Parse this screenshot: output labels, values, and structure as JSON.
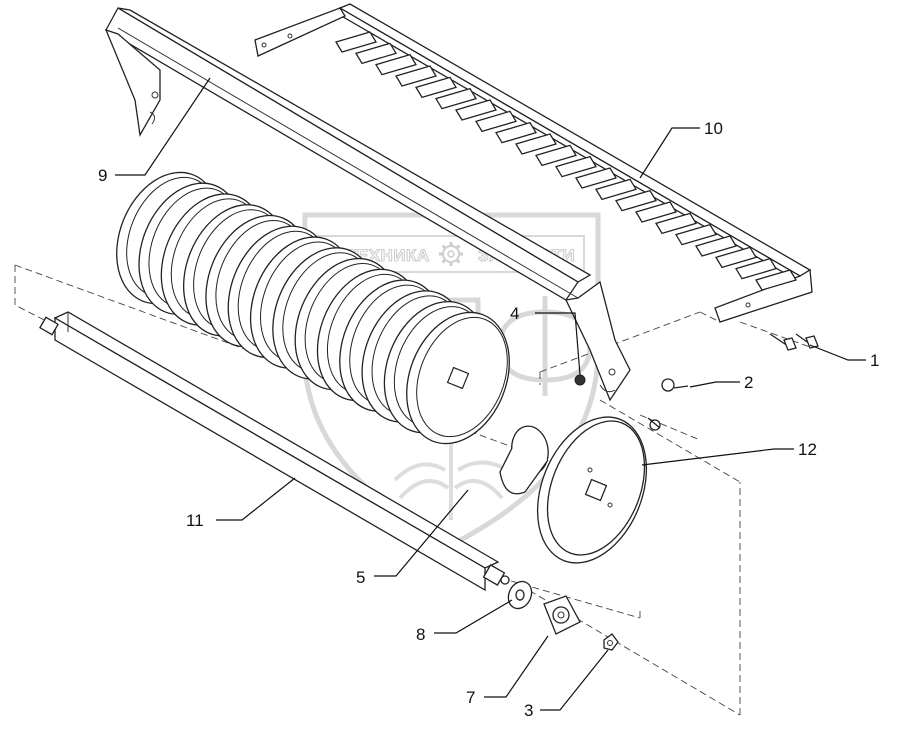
{
  "watermark": {
    "left_text": "ТЕХНИКА",
    "right_text": "ЗАПЧАСТИ",
    "gear_icon": "gear-icon",
    "letters": "СПФ",
    "color": "#c9c9c9"
  },
  "parts": [
    {
      "id": "p1",
      "label": "1"
    },
    {
      "id": "p2",
      "label": "2"
    },
    {
      "id": "p3",
      "label": "3"
    },
    {
      "id": "p4",
      "label": "4"
    },
    {
      "id": "p5",
      "label": "5"
    },
    {
      "id": "p7",
      "label": "7"
    },
    {
      "id": "p8",
      "label": "8"
    },
    {
      "id": "p9",
      "label": "9"
    },
    {
      "id": "p10",
      "label": "10"
    },
    {
      "id": "p11",
      "label": "11"
    },
    {
      "id": "p12",
      "label": "12"
    }
  ]
}
